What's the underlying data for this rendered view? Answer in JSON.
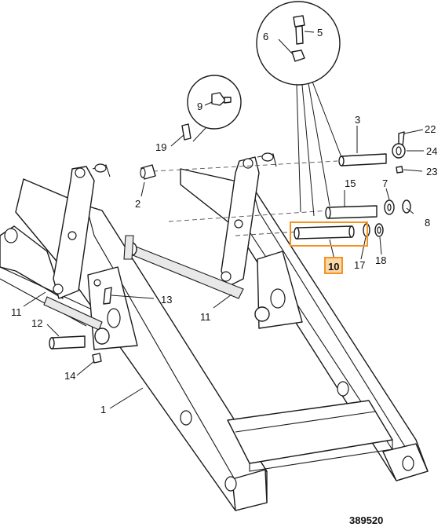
{
  "diagram": {
    "reference_number": "389520",
    "highlight_color": "#f29422",
    "highlight_label_fill": "#fbd7a8",
    "highlighted_part": "10",
    "callouts": [
      {
        "id": "c1",
        "label": "1"
      },
      {
        "id": "c2",
        "label": "2"
      },
      {
        "id": "c3",
        "label": "3"
      },
      {
        "id": "c5",
        "label": "5"
      },
      {
        "id": "c6",
        "label": "6"
      },
      {
        "id": "c7",
        "label": "7"
      },
      {
        "id": "c8",
        "label": "8"
      },
      {
        "id": "c9",
        "label": "9"
      },
      {
        "id": "c10",
        "label": "10"
      },
      {
        "id": "c11a",
        "label": "11"
      },
      {
        "id": "c11b",
        "label": "11"
      },
      {
        "id": "c12",
        "label": "12"
      },
      {
        "id": "c13",
        "label": "13"
      },
      {
        "id": "c14",
        "label": "14"
      },
      {
        "id": "c15",
        "label": "15"
      },
      {
        "id": "c17",
        "label": "17"
      },
      {
        "id": "c18",
        "label": "18"
      },
      {
        "id": "c19",
        "label": "19"
      },
      {
        "id": "c22",
        "label": "22"
      },
      {
        "id": "c23",
        "label": "23"
      },
      {
        "id": "c24",
        "label": "24"
      }
    ]
  }
}
